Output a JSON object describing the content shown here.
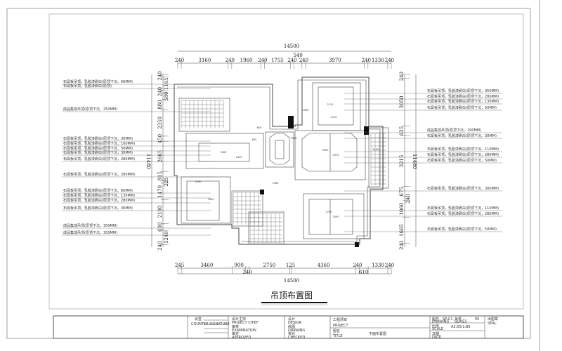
{
  "drawing_title": "吊顶布置图",
  "overall_width": "14500",
  "overall_height": "11480",
  "top_dims": [
    "240",
    "3160",
    "240",
    "1960",
    "240",
    "1755",
    "240",
    "540",
    "240",
    "3970",
    "240",
    "1330",
    "240"
  ],
  "bottom_dims": [
    "245",
    "3460",
    "900",
    "240",
    "2750",
    "125",
    "4360",
    "240",
    "610",
    "1330",
    "240"
  ],
  "left_dims": [
    "240",
    "1165",
    "240",
    "580",
    "880",
    "2350",
    "450",
    "2665",
    "815",
    "225",
    "1470",
    "2100",
    "600",
    "1240",
    "240"
  ],
  "right_dims": [
    "240",
    "3050",
    "635",
    "3215",
    "675",
    "240",
    "1060",
    "1665",
    "240"
  ],
  "left_notes": [
    "石膏板吊顶，乳胶漆刷白(原顶下沉，60MM)",
    "石膏板吊顶，乳胶漆刷白(原顶)",
    "成品集成吊顶(原顶下沉，250MM)",
    "石膏板吊顶，乳胶漆刷白(原顶下沉，30MM)",
    "石膏板吊顶，乳胶漆刷白(原顶下沉，100MM)",
    "石膏板吊顶，乳胶漆刷白(原顶下沉，50MM)",
    "石膏板吊顶，乳胶漆刷白(原顶下沉，30MM)",
    "石膏板吊顶，乳胶漆刷白(原顶下沉，280MM)",
    "石膏板吊顶，乳胶漆刷白(原顶下沉，280MM)",
    "石膏板吊顶，乳胶漆刷白(原顶下沉，60MM)",
    "石膏板吊顶，乳胶漆刷白(原顶下沉，130MM)",
    "石膏板吊顶，乳胶漆刷白(原顶下沉，280MM)",
    "石膏板吊顶，乳胶漆刷白(原顶下沉，30MM)",
    "成品集成吊顶(原顶下沉，300MM)",
    "成品集成吊顶(原顶下沉，300MM)"
  ],
  "right_notes": [
    "石膏板吊顶，乳胶漆刷白(原顶下沉，350MM)",
    "石膏板吊顶，乳胶漆刷白(原顶下沉，280MM)",
    "石膏板吊顶，乳胶漆刷白(原顶下沉，130MM)",
    "石膏板吊顶，乳胶漆刷白(原顶下沉，50MM)",
    "成品集成吊顶(原顶下沉，190MM)",
    "石膏板吊顶，乳胶漆刷白(原顶下沉，30MM)",
    "石膏板吊顶，乳胶漆刷白(原顶下沉，110MM)",
    "石膏板吊顶，乳胶漆刷白(原顶下沉，280MM)",
    "石膏板吊顶，乳胶漆刷白(原顶下沉，50MM)",
    "石膏板吊顶，乳胶漆刷白(原顶下沉，300MM)",
    "石膏板吊顶，乳胶漆刷白(原顶下沉，110MM)",
    "石膏板吊顶，乳胶漆刷白(原顶下沉，280MM)",
    "石膏板吊顶，乳胶漆刷白(原顶下沉，50MM)"
  ],
  "room_dims": [
    "3005",
    "1425",
    "2630",
    "3445",
    "3490",
    "2370",
    "2510",
    "2130",
    "2740",
    "2595",
    "1560",
    "1565",
    "1165",
    "1130",
    "800",
    "600"
  ],
  "title_block": {
    "signature_cn": "会签",
    "signature_en": "COUNTER-SIGNATURE",
    "chief_cn": "设计主持",
    "chief_en": "PROJECT CHIEF",
    "exam_cn": "审核",
    "exam_en": "EXAMINATION",
    "approve_cn": "审定",
    "approve_en": "APPROVED",
    "design_cn": "设计",
    "design_en": "DESIGN",
    "drawing_cn": "绘图",
    "drawing_en": "DRAWING",
    "check_cn": "校对",
    "check_en": "CHECKED",
    "project_cn": "工程项目",
    "project_en": "PROJECT",
    "title_cn": "图名",
    "title_en": "TITLE",
    "title_value": "平面布置图",
    "drawing_no_cn": "图号",
    "drawing_no_en": "DRAWING",
    "drawing_no_value": "SP-C1",
    "sheet_no_cn": "张号",
    "sheet_no_en": "SERIES",
    "sheet_no_value": "05",
    "scale_cn": "比例",
    "scale_en": "SCALE",
    "scale_value": "A3:50/1:80",
    "date_cn": "日期",
    "date_en": "DATE",
    "seal_cn": "出图章",
    "seal_en": "SEAL"
  }
}
